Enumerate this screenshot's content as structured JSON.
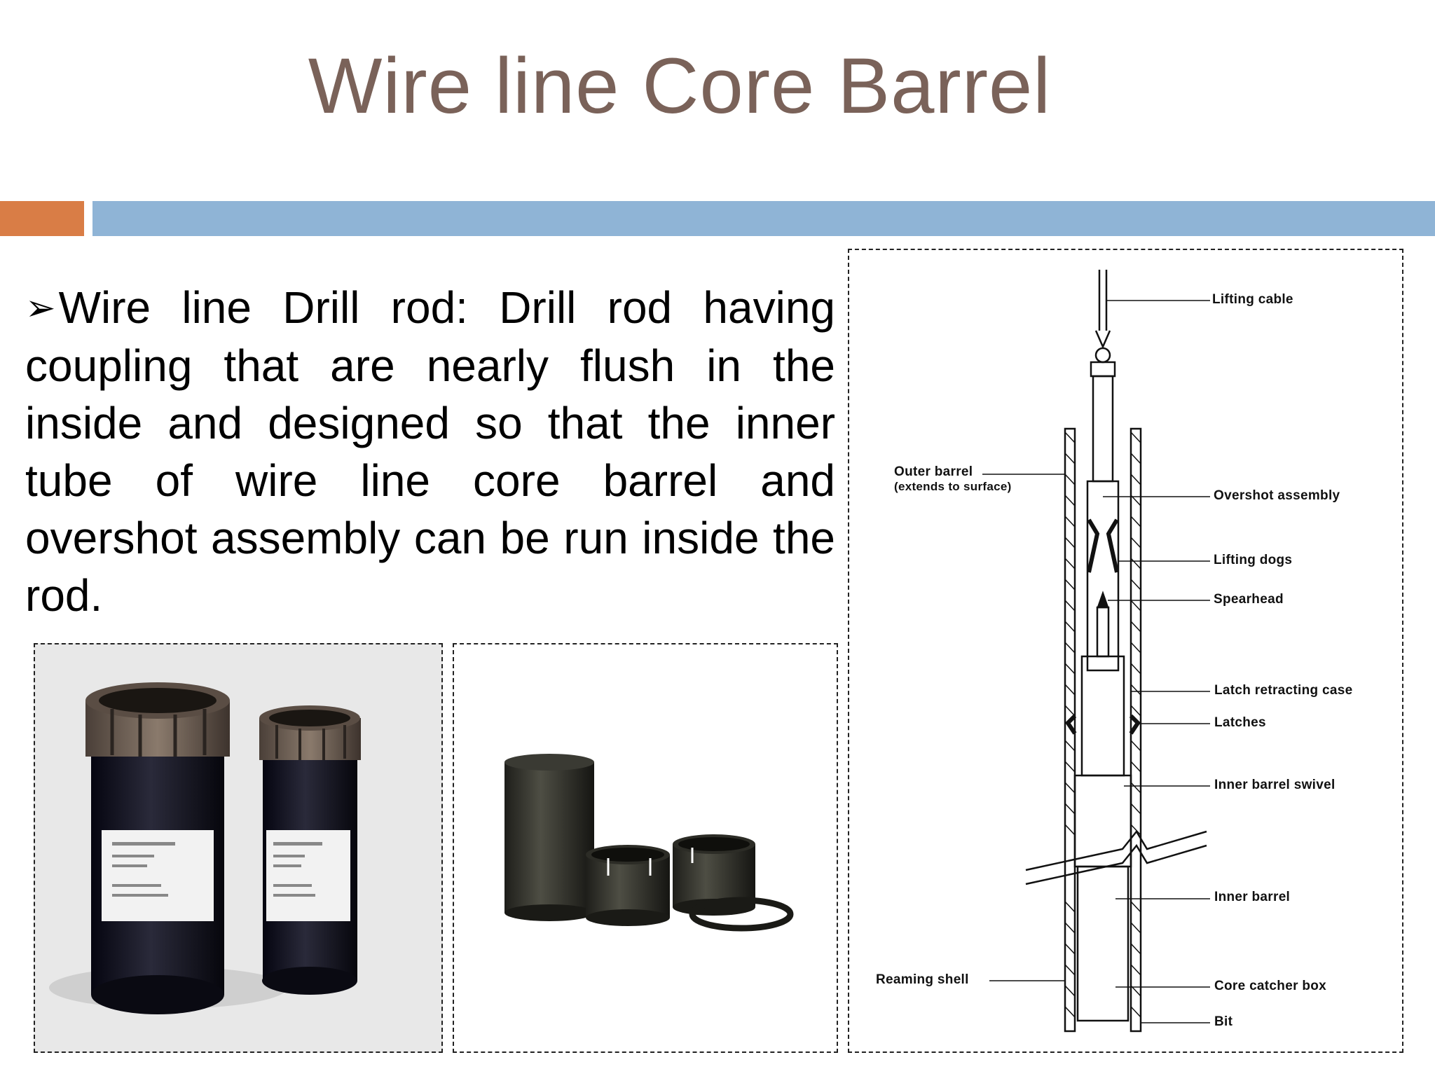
{
  "slide": {
    "title": "Wire line Core Barrel",
    "bullet_symbol": "➢",
    "bullet_text": "Wire line Drill rod: Drill rod having coupling that are nearly flush in the inside and designed so that the inner tube of wire line core barrel and overshot assembly can be run inside the rod."
  },
  "colors": {
    "title": "#7a6259",
    "accent_orange": "#d97d46",
    "accent_blue": "#8fb4d6"
  },
  "diagram": {
    "labels": {
      "lifting_cable": "Lifting cable",
      "outer_barrel": "Outer barrel",
      "outer_barrel_note": "(extends to surface)",
      "overshot_assembly": "Overshot assembly",
      "lifting_dogs": "Lifting dogs",
      "spearhead": "Spearhead",
      "latch_retracting_case": "Latch retracting case",
      "latches": "Latches",
      "inner_barrel_swivel": "Inner barrel swivel",
      "inner_barrel": "Inner barrel",
      "reaming_shell": "Reaming shell",
      "core_catcher_box": "Core catcher box",
      "bit": "Bit"
    }
  }
}
